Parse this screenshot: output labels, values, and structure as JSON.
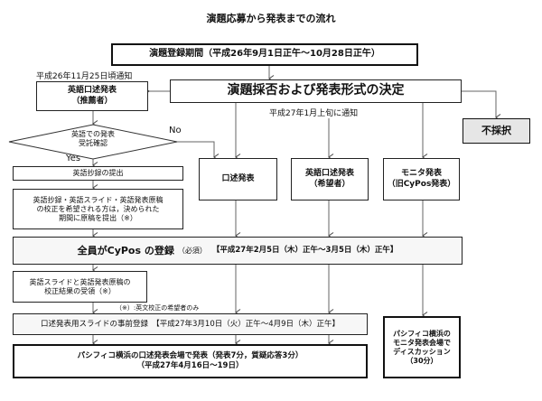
{
  "title": "演題応募から発表までの流れ",
  "registration_period": "演題登録期間（平成26年9月1日正午〜10月28日正午）",
  "notice_english_oral": "平成26年11月25日頃通知",
  "decision": "演題採否および発表形式の決定",
  "notice_decision": "平成27年1月上旬に通知",
  "rejected": "不採択",
  "english_oral_recommended": {
    "line1": "英語口述発表",
    "line2": "（推薦者）"
  },
  "diamond": {
    "line1": "英語での発表",
    "line2": "受託確認"
  },
  "branch_no": "No",
  "branch_yes": "Yes",
  "submit_abstract": "英語抄録の提出",
  "proofreading_request": {
    "line1": "英語抄録・英語スライド・英語発表原稿",
    "line2": "の校正を希望される方は，決められた",
    "line3": "期間に原稿を提出（※）"
  },
  "oral": "口述発表",
  "english_oral_applicant": {
    "line1": "英語口述発表",
    "line2": "（希望者）"
  },
  "monitor": {
    "line1": "モニタ発表",
    "line2": "（旧CyPos発表）"
  },
  "cypos": {
    "main": "全員がCyPos の登録",
    "required": "（必須）",
    "period": "【平成27年2月5日（木）正午〜3月5日（木）正午】"
  },
  "proofread_result": {
    "line1": "英語スライドと英語発表原稿の",
    "line2": "校正結果の受領（※）"
  },
  "footnote": "（※）:英文校正の希望者のみ",
  "slide_preregistration": "口述発表用スライドの事前登録　【平成27年3月10日（火）正午〜4月9日（木）正午】",
  "final_oral": {
    "line1": "パシフィコ横浜の口述発表会場で発表（発表7分，質疑応答3分）",
    "line2": "（平成27年4月16日〜19日）"
  },
  "final_monitor": {
    "line1": "パシフィコ横浜の",
    "line2": "モニタ発表会場で",
    "line3": "ディスカッション",
    "line4": "（30分）"
  }
}
